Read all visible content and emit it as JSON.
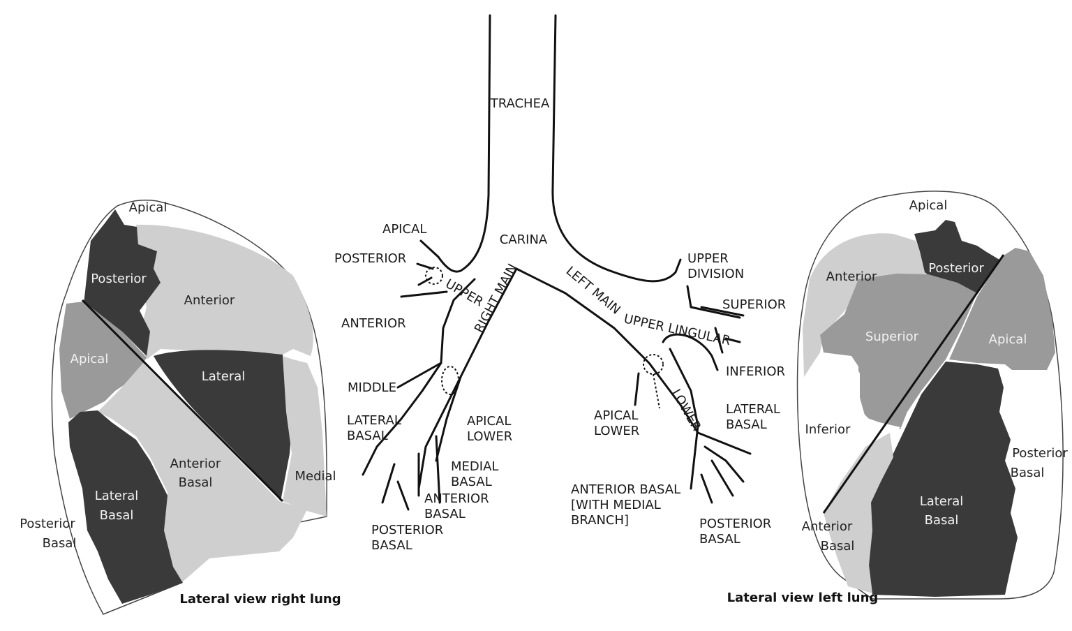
{
  "colors": {
    "dark": "#3a3a3a",
    "mid": "#9a9a9a",
    "light": "#cfcfcf",
    "outline": "#444444",
    "ink": "#111111"
  },
  "right_lung": {
    "caption": "Lateral view right lung",
    "segments": {
      "apical_top": "Apical",
      "posterior": "Posterior",
      "anterior": "Anterior",
      "apical": "Apical",
      "lateral": "Lateral",
      "anterior_basal": [
        "Anterior",
        "Basal"
      ],
      "medial": "Medial",
      "lateral_basal": [
        "Lateral",
        "Basal"
      ],
      "posterior_basal": [
        "Posterior",
        "Basal"
      ]
    }
  },
  "left_lung": {
    "caption": "Lateral view left lung",
    "segments": {
      "apical_top": "Apical",
      "anterior": "Anterior",
      "posterior": "Posterior",
      "superior": "Superior",
      "apical": "Apical",
      "inferior": "Inferior",
      "posterior_basal": [
        "Posterior",
        "Basal"
      ],
      "lateral_basal": [
        "Lateral",
        "Basal"
      ],
      "anterior_basal": [
        "Anterior",
        "Basal"
      ]
    }
  },
  "bronchi": {
    "trachea": "TRACHEA",
    "carina": "CARINA",
    "right_main": "RIGHT MAIN",
    "upper": "UPPER",
    "left_main": "LEFT MAIN",
    "upper_lingular": "UPPER LINGULAR",
    "lower": "LOWER",
    "apical": "APICAL",
    "posterior": "POSTERIOR",
    "anterior": "ANTERIOR",
    "middle": "MIDDLE",
    "lateral_basal_r": [
      "LATERAL",
      "BASAL"
    ],
    "apical_lower_r": [
      "APICAL",
      "LOWER"
    ],
    "medial_basal": [
      "MEDIAL",
      "BASAL"
    ],
    "anterior_basal_r": [
      "ANTERIOR",
      "BASAL"
    ],
    "posterior_basal_r": [
      "POSTERIOR",
      "BASAL"
    ],
    "upper_division": [
      "UPPER",
      "DIVISION"
    ],
    "superior": "SUPERIOR",
    "inferior": "INFERIOR",
    "lateral_basal_l": [
      "LATERAL",
      "BASAL"
    ],
    "apical_lower_l": [
      "APICAL",
      "LOWER"
    ],
    "anterior_basal_l": [
      "ANTERIOR BASAL",
      "[WITH MEDIAL",
      "BRANCH]"
    ],
    "posterior_basal_l": [
      "POSTERIOR",
      "BASAL"
    ]
  }
}
